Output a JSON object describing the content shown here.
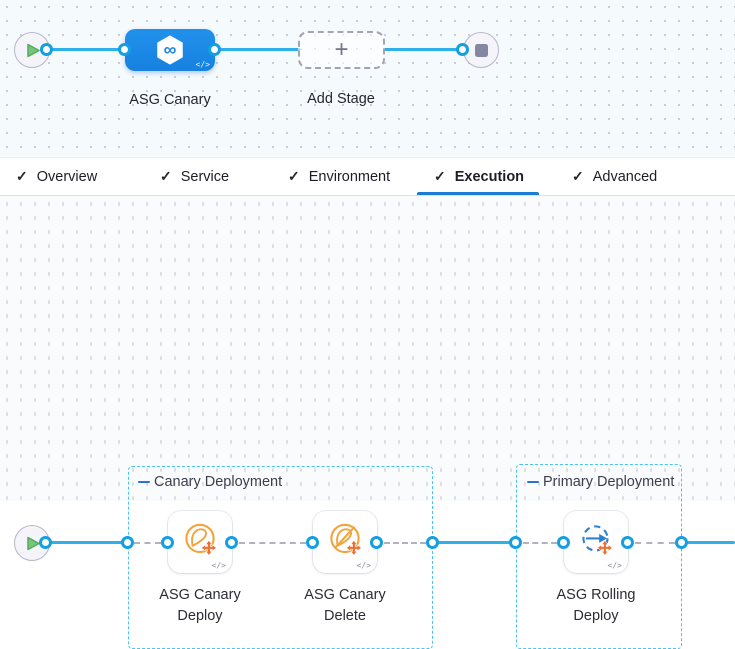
{
  "colors": {
    "connector": "#2eb1e8",
    "connector_dark": "#139fe2",
    "stage_blue": "#1781e0",
    "underline_blue": "#1a7cd4",
    "group_border": "#49c3f2",
    "collapse_blue": "#2d6fd3",
    "canary_orange": "#f2a33c",
    "asg_orange": "#ee7030",
    "rolling_blue": "#2d7fd2",
    "play_green": "#5cb563"
  },
  "icons": {
    "check_glyph": "✓",
    "plus_glyph": "+",
    "code_glyph": "</>",
    "infinity_glyph": "∞"
  },
  "pipeline_graph": {
    "start_node": "pipeline-start",
    "end_node": "pipeline-stop",
    "stage": {
      "label": "ASG Canary",
      "type_icon": "harness-stage-icon"
    },
    "add_stage": {
      "label": "Add Stage"
    }
  },
  "tabs": [
    {
      "label": "Overview",
      "checked": true,
      "active": false
    },
    {
      "label": "Service",
      "checked": true,
      "active": false
    },
    {
      "label": "Environment",
      "checked": true,
      "active": false
    },
    {
      "label": "Execution",
      "checked": true,
      "active": true
    },
    {
      "label": "Advanced",
      "checked": true,
      "active": false
    }
  ],
  "execution_graph": {
    "start_node": "execution-start",
    "groups": [
      {
        "label": "Canary Deployment",
        "steps": [
          {
            "label": "ASG Canary Deploy",
            "icon": "asg-canary-deploy-icon"
          },
          {
            "label": "ASG Canary Delete",
            "icon": "asg-canary-delete-icon"
          }
        ]
      },
      {
        "label": "Primary Deployment",
        "steps": [
          {
            "label": "ASG Rolling Deploy",
            "icon": "asg-rolling-deploy-icon"
          }
        ]
      }
    ]
  }
}
